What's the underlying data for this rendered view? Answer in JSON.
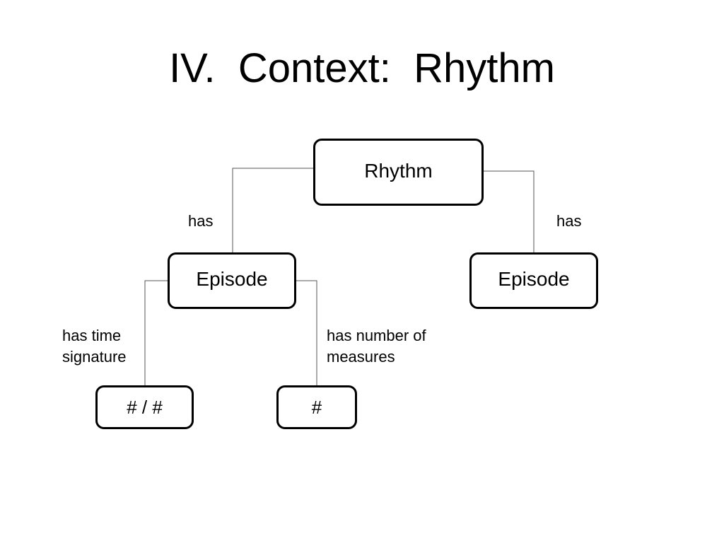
{
  "slide": {
    "title": "IV.  Context:  Rhythm"
  },
  "diagram": {
    "nodes": {
      "root": "Rhythm",
      "episode_left": "Episode",
      "episode_right": "Episode",
      "time_signature_value": "# / #",
      "measures_value": "#"
    },
    "edges": {
      "root_to_episode_left": "has",
      "root_to_episode_right": "has",
      "episode_to_time_signature": [
        "has time",
        "signature"
      ],
      "episode_to_measures": [
        "has number of",
        "measures"
      ]
    }
  }
}
